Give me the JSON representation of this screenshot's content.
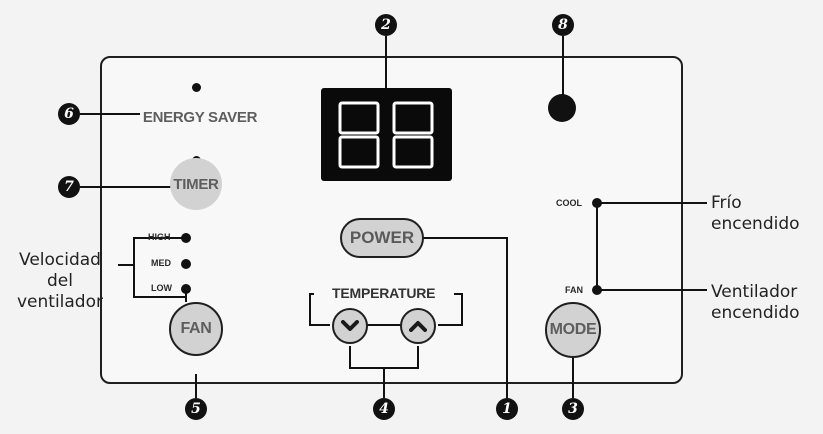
{
  "buttons": {
    "energy_saver": "ENERGY SAVER",
    "timer": "TIMER",
    "fan": "FAN",
    "power": "POWER",
    "mode": "MODE"
  },
  "display": {
    "digits": "88"
  },
  "temperature_label": "TEMPERATURE",
  "fan_speeds": [
    "HIGH",
    "MED",
    "LOW"
  ],
  "mode_indicators": {
    "cool": "COOL",
    "fan": "FAN"
  },
  "annotations": {
    "fan_speed_lines": [
      "Velocidad",
      "del",
      "ventilador"
    ],
    "cool_on": "Frío encendido",
    "fan_on_lines": [
      "Ventilador",
      "encendido"
    ]
  },
  "callouts": {
    "power": "1",
    "display": "2",
    "mode": "3",
    "temperature": "4",
    "fan": "5",
    "energy_saver": "6",
    "timer": "7",
    "sensor": "8"
  },
  "icons": {
    "temp_down": "chevron-down-icon",
    "temp_up": "chevron-up-icon"
  },
  "colors": {
    "button_fill": "#d2d2d2",
    "button_text": "#5e5e5e",
    "display_bg": "#0a0a0a",
    "ink": "#111111"
  }
}
